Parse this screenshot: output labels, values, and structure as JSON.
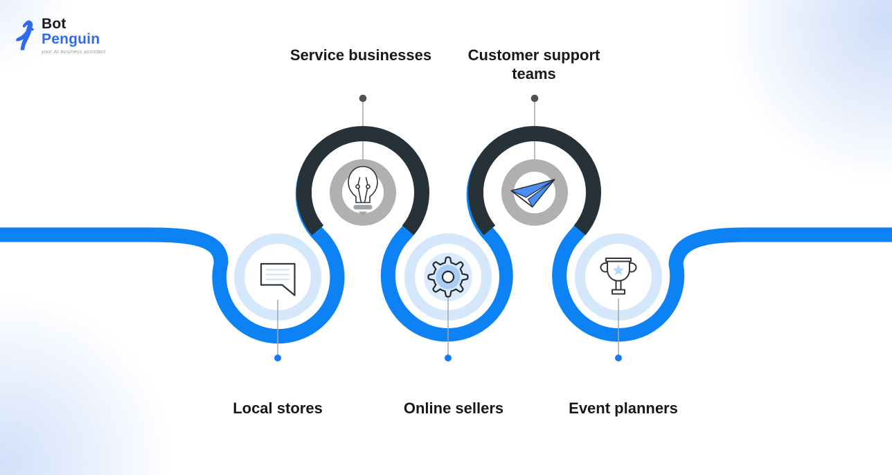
{
  "logo": {
    "brand_top": "Bot",
    "brand_bottom": "Penguin",
    "tagline": "your AI business assistant"
  },
  "nodes": {
    "top": [
      {
        "label": "Service businesses",
        "icon": "lightbulb-icon"
      },
      {
        "label": "Customer support teams",
        "icon": "paper-plane-icon"
      }
    ],
    "bottom": [
      {
        "label": "Local stores",
        "icon": "chat-message-icon"
      },
      {
        "label": "Online sellers",
        "icon": "gear-icon"
      },
      {
        "label": "Event planners",
        "icon": "trophy-icon"
      }
    ]
  },
  "colors": {
    "ribbon_blue": "#0d82f4",
    "dark_ring": "#263238",
    "gray_ring": "#b0b0b0",
    "pale_ring": "#d5e7fb",
    "pale_disc": "#dcebfc",
    "medium_disc": "#a9cef6",
    "top_dot": "#4b5157",
    "bottom_dot": "#1879f2",
    "logo_blue": "#2f6af0"
  }
}
